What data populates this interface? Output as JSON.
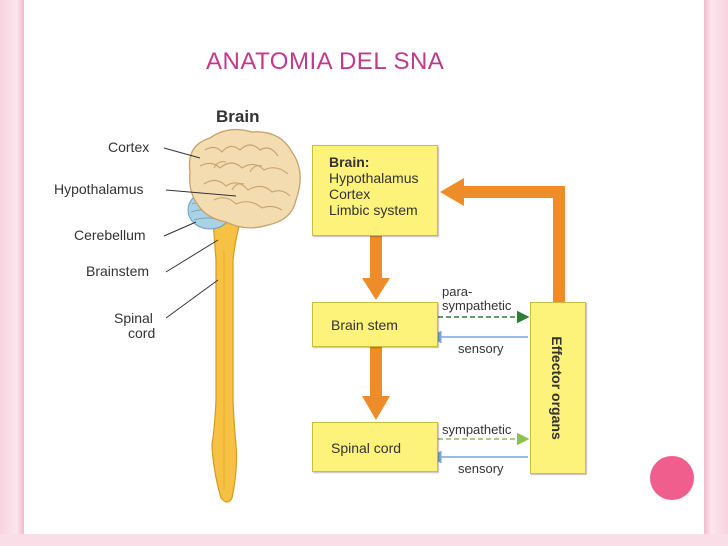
{
  "slide": {
    "title": "ANATOMIA DEL SNA",
    "accent_color": "#c0398a",
    "frame_color": "#f7d3df"
  },
  "anatomy": {
    "heading": "Brain",
    "labels": {
      "cortex": "Cortex",
      "hypothalamus": "Hypothalamus",
      "cerebellum": "Cerebellum",
      "brainstem": "Brainstem",
      "spinal_1": "Spinal",
      "spinal_2": "cord"
    }
  },
  "flow": {
    "brain_box": {
      "title": "Brain:",
      "items": [
        "Hypothalamus",
        "Cortex",
        "Limbic system"
      ]
    },
    "brain_stem_box": "Brain stem",
    "spinal_cord_box": "Spinal cord",
    "effector_box": "Effector organs",
    "links": {
      "para_1": "para-",
      "para_2": "sympathetic",
      "sensory_top": "sensory",
      "sympathetic": "sympathetic",
      "sensory_bottom": "sensory"
    },
    "colors": {
      "box_fill": "#fdf27a",
      "orange_arrow": "#ef8c2a",
      "parasympathetic": "#2e7d32",
      "sympathetic": "#8bc34a",
      "sensory": "#7aa6d6"
    }
  }
}
